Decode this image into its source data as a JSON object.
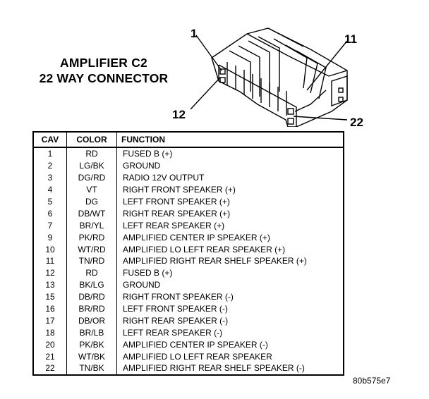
{
  "title": {
    "line1": "AMPLIFIER C2",
    "line2": "22 WAY CONNECTOR"
  },
  "callouts": {
    "pin1": "1",
    "pin11": "11",
    "pin12": "12",
    "pin22": "22"
  },
  "table": {
    "headers": {
      "cav": "CAV",
      "color": "COLOR",
      "function": "FUNCTION"
    },
    "rows": [
      {
        "cav": "1",
        "color": "RD",
        "function": "FUSED B (+)"
      },
      {
        "cav": "2",
        "color": "LG/BK",
        "function": "GROUND"
      },
      {
        "cav": "3",
        "color": "DG/RD",
        "function": "RADIO 12V OUTPUT"
      },
      {
        "cav": "4",
        "color": "VT",
        "function": "RIGHT FRONT SPEAKER (+)"
      },
      {
        "cav": "5",
        "color": "DG",
        "function": "LEFT FRONT SPEAKER (+)"
      },
      {
        "cav": "6",
        "color": "DB/WT",
        "function": "RIGHT REAR SPEAKER (+)"
      },
      {
        "cav": "7",
        "color": "BR/YL",
        "function": "LEFT REAR SPEAKER (+)"
      },
      {
        "cav": "9",
        "color": "PK/RD",
        "function": "AMPLIFIED CENTER IP SPEAKER (+)"
      },
      {
        "cav": "10",
        "color": "WT/RD",
        "function": "AMPLIFIED LO LEFT REAR SPEAKER (+)"
      },
      {
        "cav": "11",
        "color": "TN/RD",
        "function": "AMPLIFIED RIGHT REAR SHELF SPEAKER (+)"
      },
      {
        "cav": "12",
        "color": "RD",
        "function": "FUSED B (+)"
      },
      {
        "cav": "13",
        "color": "BK/LG",
        "function": "GROUND"
      },
      {
        "cav": "15",
        "color": "DB/RD",
        "function": "RIGHT FRONT SPEAKER (-)"
      },
      {
        "cav": "16",
        "color": "BR/RD",
        "function": "LEFT FRONT SPEAKER (-)"
      },
      {
        "cav": "17",
        "color": "DB/OR",
        "function": "RIGHT REAR SPEAKER (-)"
      },
      {
        "cav": "18",
        "color": "BR/LB",
        "function": "LEFT REAR SPEAKER (-)"
      },
      {
        "cav": "20",
        "color": "PK/BK",
        "function": "AMPLIFIED CENTER IP SPEAKER (-)"
      },
      {
        "cav": "21",
        "color": "WT/BK",
        "function": "AMPLIFIED LO LEFT REAR SPEAKER"
      },
      {
        "cav": "22",
        "color": "TN/BK",
        "function": "AMPLIFIED RIGHT REAR SHELF SPEAKER (-)"
      }
    ]
  },
  "figure_code": "80b575e7"
}
